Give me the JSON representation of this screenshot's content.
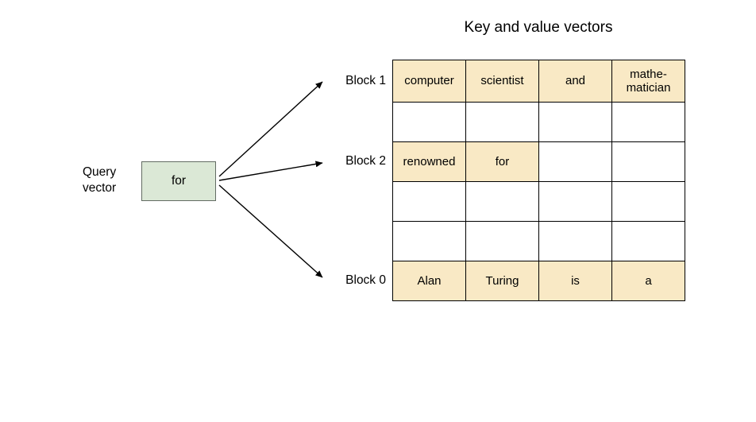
{
  "title": "Key and value vectors",
  "query_vector": {
    "label": "Query\nvector",
    "value": "for"
  },
  "block_labels": [
    "Block 1",
    "Block 2",
    "Block 0"
  ],
  "table": {
    "columns": 4,
    "rows": [
      {
        "cells": [
          "computer",
          "scientist",
          "and",
          "mathe-\nmatician"
        ],
        "highlighted": [
          true,
          true,
          true,
          true
        ]
      },
      {
        "cells": [
          "",
          "",
          "",
          ""
        ],
        "highlighted": [
          false,
          false,
          false,
          false
        ]
      },
      {
        "cells": [
          "renowned",
          "for",
          "",
          ""
        ],
        "highlighted": [
          true,
          true,
          false,
          false
        ]
      },
      {
        "cells": [
          "",
          "",
          "",
          ""
        ],
        "highlighted": [
          false,
          false,
          false,
          false
        ]
      },
      {
        "cells": [
          "",
          "",
          "",
          ""
        ],
        "highlighted": [
          false,
          false,
          false,
          false
        ]
      },
      {
        "cells": [
          "Alan",
          "Turing",
          "is",
          "a"
        ],
        "highlighted": [
          true,
          true,
          true,
          true
        ]
      }
    ]
  },
  "colors": {
    "highlight_fill": "#f9e9c5",
    "query_box_fill": "#dbe8d6",
    "line_color": "#000000"
  }
}
